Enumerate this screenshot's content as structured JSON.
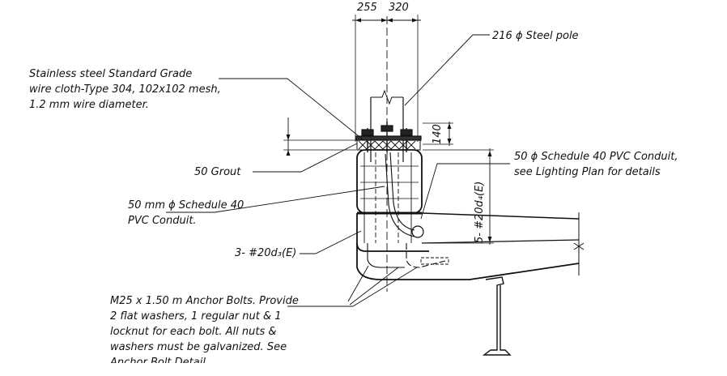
{
  "dimensions": {
    "top_left": "255",
    "top_right": "320",
    "cap_height": "140",
    "bar_label": "5- #20d₄(E)"
  },
  "labels": {
    "steel_pole": "216 ϕ Steel pole",
    "wire_cloth": [
      "Stainless steel Standard Grade",
      "wire cloth-Type 304, 102x102 mesh,",
      "1.2 mm wire diameter."
    ],
    "grout": "50 Grout",
    "pvc_conduit_right": [
      "50 ϕ Schedule 40 PVC Conduit,",
      "see Lighting Plan for details"
    ],
    "pvc_conduit_left": [
      "50 mm ϕ Schedule 40",
      "PVC Conduit."
    ],
    "rebar": "3- #20d₃(E)",
    "anchor_bolts": [
      "M25 x 1.50 m Anchor Bolts. Provide",
      "2 flat washers, 1 regular nut & 1",
      "locknut for each bolt. All nuts &",
      "washers must be galvanized. See",
      "Anchor Bolt Detail."
    ]
  },
  "colors": {
    "ink": "#111111",
    "background": "#ffffff"
  }
}
